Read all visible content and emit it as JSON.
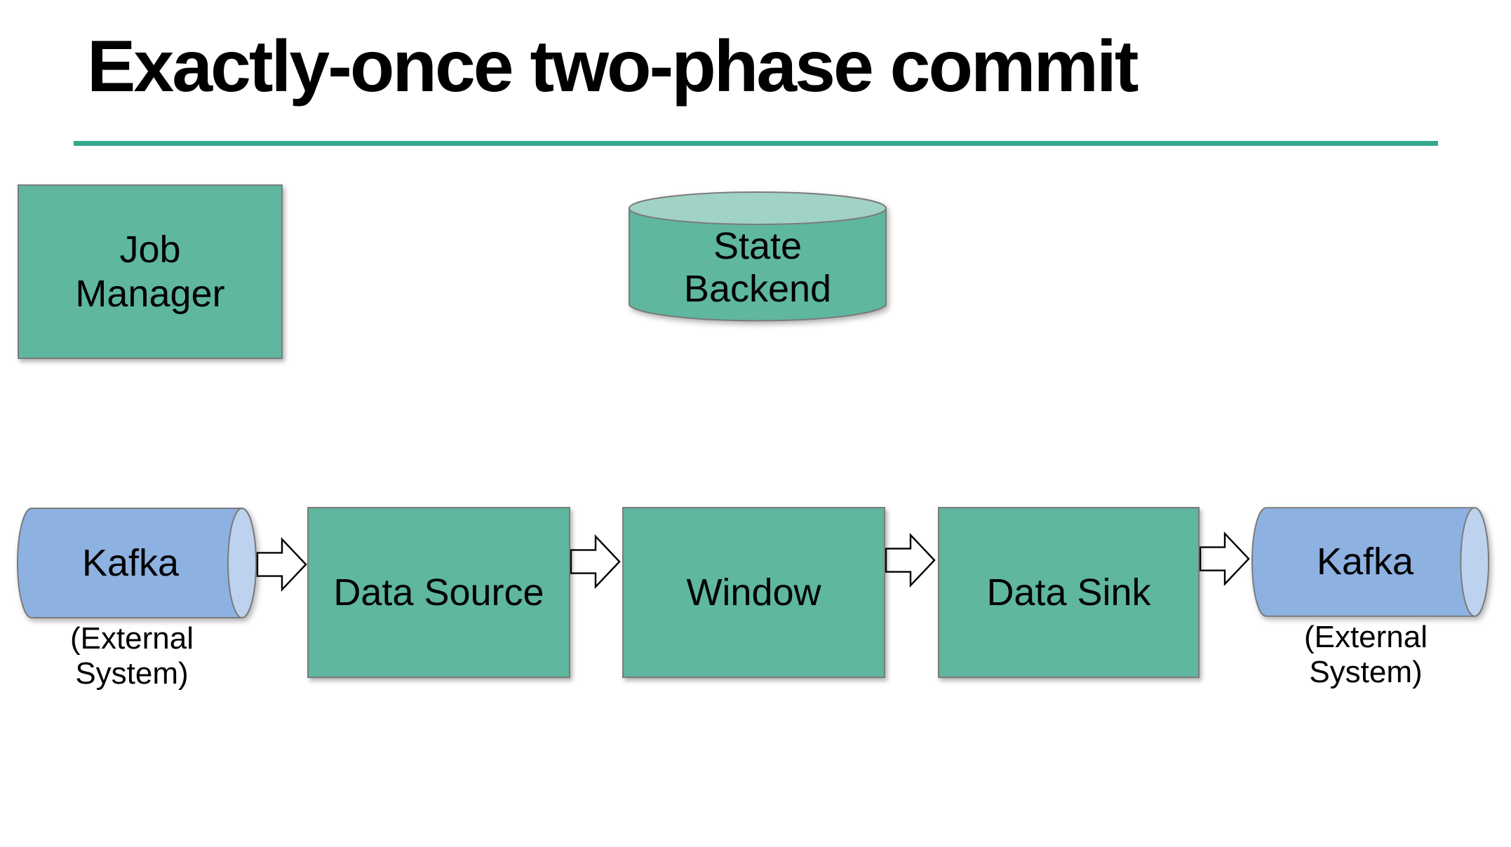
{
  "slide": {
    "title": "Exactly-once two-phase commit"
  },
  "colors": {
    "node_green": "#5eb79e",
    "cylinder_top_green": "#a0d3c5",
    "kafka_blue": "#8db1e1",
    "kafka_cap_blue": "#bdd2ee",
    "underline_teal": "#35a98f",
    "shape_border_gray": "#7b7b7b",
    "arrow_fill": "#ffffff",
    "text_black": "#000000"
  },
  "nodes": {
    "job_manager": {
      "line1": "Job",
      "line2": "Manager"
    },
    "state_backend": {
      "line1": "State",
      "line2": "Backend"
    },
    "kafka_source": {
      "label": "Kafka",
      "note_line1": "(External",
      "note_line2": "System)"
    },
    "data_source": {
      "label": "Data Source"
    },
    "window": {
      "label": "Window"
    },
    "data_sink": {
      "label": "Data Sink"
    },
    "kafka_sink": {
      "label": "Kafka",
      "note_line1": "(External",
      "note_line2": "System)"
    }
  }
}
